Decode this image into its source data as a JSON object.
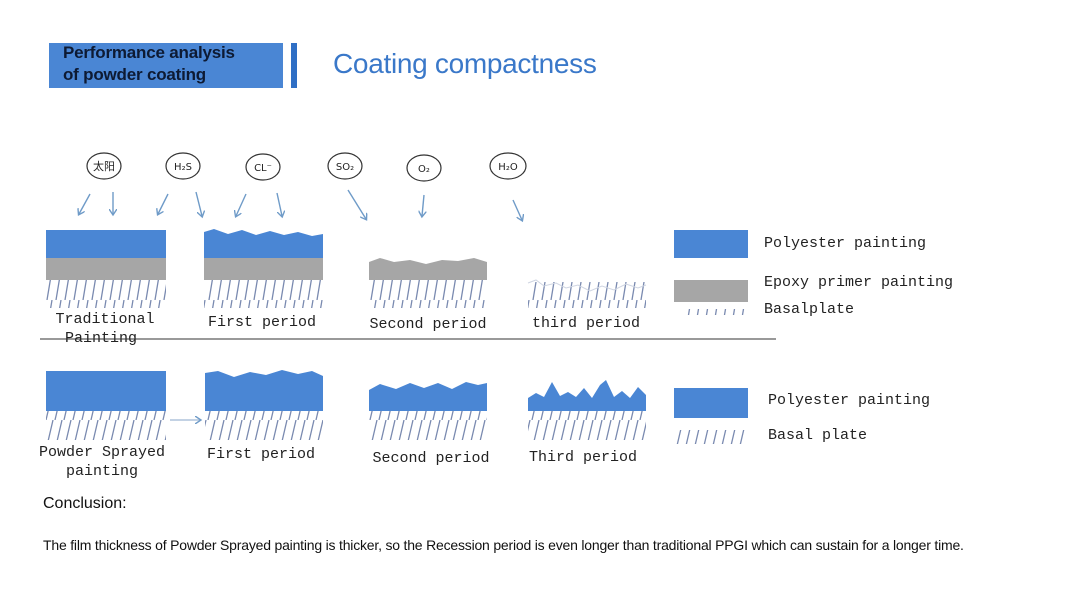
{
  "header": {
    "section_line1": "Performance analysis",
    "section_line2": "of powder coating",
    "title": "Coating compactness"
  },
  "corrosives": {
    "sun": "太阳",
    "h2s": "H₂S",
    "cl": "CL⁻",
    "so2": "SO₂",
    "o2": "O₂",
    "h2o": "H₂O"
  },
  "traditional_row": {
    "stage1_line1": "Traditional",
    "stage1_line2": "Painting",
    "stage2": "First period",
    "stage3": "Second period",
    "stage4": "third period"
  },
  "powder_row": {
    "stage1_line1": "Powder Sprayed",
    "stage1_line2": "painting",
    "stage2": "First period",
    "stage3": "Second period",
    "stage4": "Third period"
  },
  "legend_top": {
    "polyester": "Polyester painting",
    "epoxy": "Epoxy primer painting",
    "basal": "Basalplate"
  },
  "legend_bottom": {
    "polyester": "Polyester painting",
    "basal": "Basal plate"
  },
  "conclusion": {
    "title": "Conclusion:",
    "text": "The film thickness of Powder Sprayed painting is thicker, so the Recession period is even longer than traditional PPGI which can sustain for  a longer time."
  },
  "colors": {
    "polyester": "#4a86d4",
    "epoxy": "#a6a6a6",
    "hatch": "#7a8ab0",
    "arrow": "#6f9bc8"
  }
}
